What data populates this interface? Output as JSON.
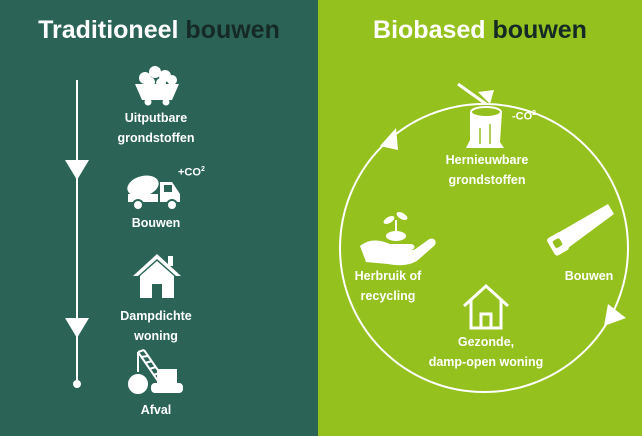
{
  "traditioneel": {
    "title_a": "Traditioneel",
    "title_b": "bouwen",
    "steps": [
      {
        "line1": "Uitputbare",
        "line2": "grondstoffen",
        "icon": "coal-cart-icon"
      },
      {
        "line1": "Bouwen",
        "line2": "",
        "icon": "cement-truck-icon"
      },
      {
        "line1": "Dampdichte",
        "line2": "woning",
        "icon": "house-icon"
      },
      {
        "line1": "Afval",
        "line2": "",
        "icon": "wrecking-crane-icon"
      }
    ],
    "co2": "+CO",
    "co2_sub": "2"
  },
  "biobased": {
    "title_a": "Biobased",
    "title_b": "bouwen",
    "steps": [
      {
        "line1": "Hernieuwbare",
        "line2": "grondstoffen",
        "icon": "tree-stump-axe-icon"
      },
      {
        "line1": "Bouwen",
        "line2": "",
        "icon": "saw-icon"
      },
      {
        "line1": "Gezonde,",
        "line2": "damp-open woning",
        "icon": "house-outline-icon"
      },
      {
        "line1": "Herbruik of",
        "line2": "recycling",
        "icon": "hand-sprout-icon"
      }
    ],
    "co2": "-CO",
    "co2_sub": "2"
  },
  "colors": {
    "left_bg": "#2b6457",
    "right_bg": "#95c11f",
    "title_dark": "#152a25",
    "white": "#ffffff"
  }
}
